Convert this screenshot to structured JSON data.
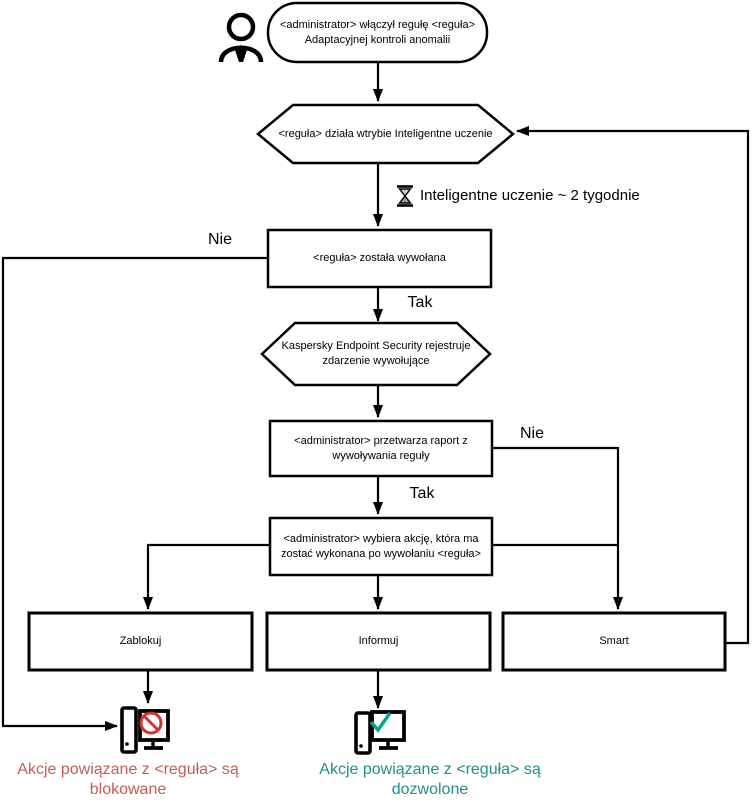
{
  "diagram_title": "Adaptive Anomaly Control rule flowchart",
  "colors": {
    "line": "#000000",
    "blocked_text": "#c75b54",
    "allowed_text": "#1f8f8f",
    "prohibition_red": "#d0342c",
    "check_green": "#00a88e"
  },
  "flowchart": {
    "actor_icon": "person-icon",
    "start_node": {
      "text": "<administrator> włączył regułę <reguła>\nAdaptacyjnej kontroli anomalii"
    },
    "smart_training_hex": {
      "text": "<reguła> działa wtrybie Inteligentne uczenie"
    },
    "training_note": {
      "icon": "hourglass-icon",
      "text": "Inteligentne uczenie ~ 2 tygodnie"
    },
    "rule_triggered_node": {
      "text": "<reguła> została wywołana",
      "no_label": "Nie",
      "yes_label": "Tak"
    },
    "kes_registers_hex": {
      "text": "Kaspersky Endpoint Security rejestruje\nzdarzenie wywołujące"
    },
    "admin_report_node": {
      "text": "<administrator> przetwarza raport z\nwywoływania reguły",
      "no_label": "Nie",
      "yes_label": "Tak"
    },
    "admin_action_node": {
      "text": "<administrator> wybiera akcję, która ma\nzostać wykonana po wywołaniu <reguła>"
    },
    "actions": [
      {
        "label": "Zablokuj"
      },
      {
        "label": "Informuj"
      },
      {
        "label": "Smart"
      }
    ],
    "outcomes": {
      "blocked": {
        "icon": "computer-blocked-icon",
        "caption": "Akcje powiązane z <reguła> są\nblokowane"
      },
      "allowed": {
        "icon": "computer-allowed-icon",
        "caption": "Akcje powiązane z <reguła> są\ndozwolone"
      }
    }
  }
}
